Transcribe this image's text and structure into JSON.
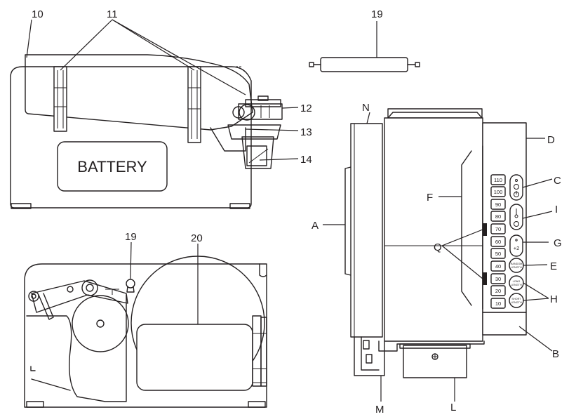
{
  "callouts": {
    "c10": "10",
    "c11": "11",
    "c12": "12",
    "c13": "13",
    "c14": "14",
    "c19_top": "19",
    "c19_side": "19",
    "c20": "20",
    "cA": "A",
    "cB": "B",
    "cC": "C",
    "cD": "D",
    "cE": "E",
    "cF": "F",
    "cG": "G",
    "cH": "H",
    "cI": "I",
    "cL": "L",
    "cM": "M",
    "cN": "N",
    "cQ": "Q"
  },
  "battery_label": "BATTERY",
  "length_keys": [
    "110",
    "100",
    "90",
    "80",
    "70",
    "60",
    "50",
    "40",
    "30",
    "20",
    "10"
  ],
  "function_keys": {
    "plus2": "+2",
    "random_1": "RANDOM",
    "random_2": "LENGTH",
    "long_1": "LONG",
    "long_2": "LENGTH",
    "short_1": "SHORT",
    "short_2": "LENGTH"
  }
}
